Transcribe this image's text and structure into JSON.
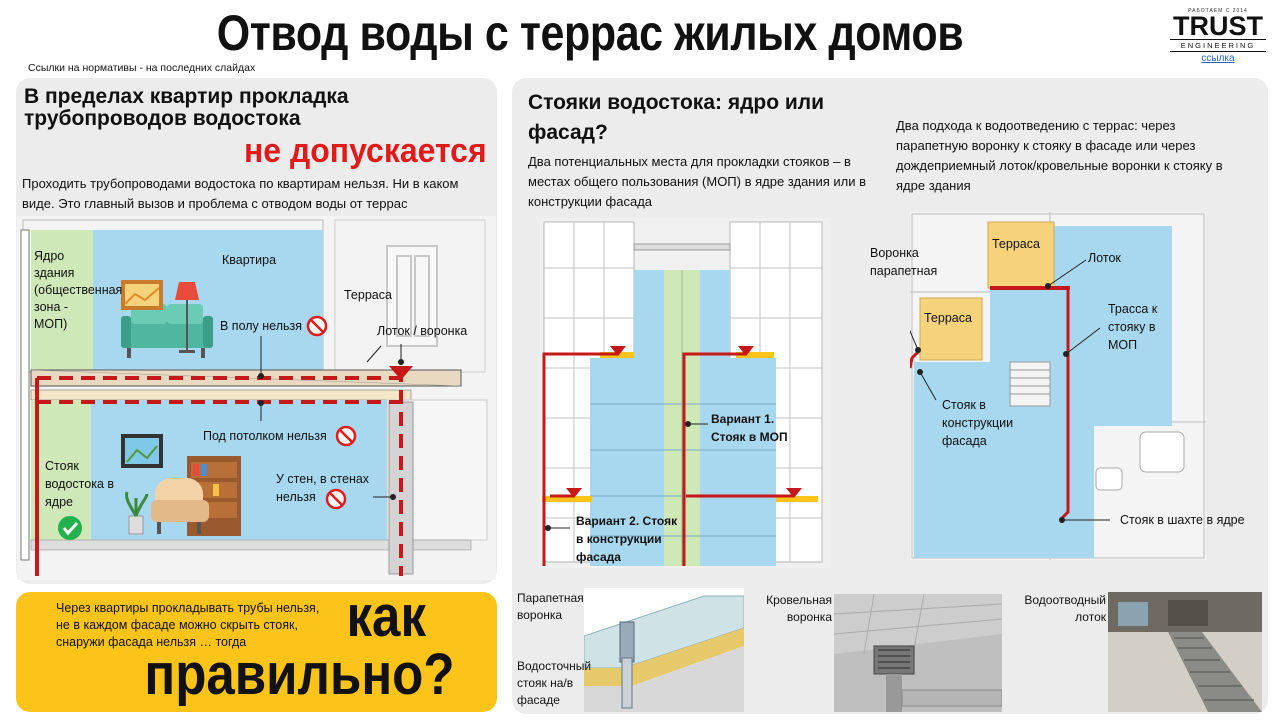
{
  "header": {
    "title": "Отвод воды с террас жилых домов",
    "links_note": "Ссылки на нормативы - на последних слайдах"
  },
  "logo": {
    "since": "РАБОТАЕМ С 2014",
    "brand": "TRUST",
    "sub": "ENGINEERING",
    "link": "ссылка"
  },
  "left_panel": {
    "heading": "В пределах квартир прокладка трубопроводов водостока",
    "heading_red": "не допускается",
    "description": "Проходить трубопроводами водостока по квартирам нельзя. Ни в каком виде. Это главный вызов и проблема с отводом воды от террас",
    "labels": {
      "core": "Ядро здания (общественная зона - МОП)",
      "apartment": "Квартира",
      "terrace": "Терраса",
      "floor_no": "В полу нельзя",
      "tray": "Лоток / воронка",
      "ceiling_no": "Под потолком нельзя",
      "walls_no": "У стен, в стенах нельзя",
      "riser_core": "Стояк водостока в ядре"
    }
  },
  "bottom_box": {
    "text": "Через квартиры прокладывать трубы нельзя, не в каждом фасаде можно скрыть стояк, снаружи фасада нельзя … тогда",
    "question": "как правильно?"
  },
  "right_panel": {
    "heading": "Стояки водостока: ядро или фасад?",
    "description": "Два потенциальных места для прокладки стояков – в местах общего пользования (МОП) в ядре здания или в конструкции фасада",
    "description2": "Два подхода к водоотведению с террас: через парапетную воронку к стояку в фасаде или через дождеприемный лоток/кровельные воронки к стояку в ядре здания",
    "section_labels": {
      "variant1": "Вариант 1. Стояк в МОП",
      "variant2": "Вариант 2. Стояк в конструкции фасада"
    },
    "plan_labels": {
      "parapet_funnel": "Воронка парапетная",
      "terrace_top": "Терраса",
      "terrace_left": "Терраса",
      "tray": "Лоток",
      "route": "Трасса к стояку в МОП",
      "riser_facade": "Стояк в конструкции фасада",
      "riser_shaft": "Стояк в шахте в ядре"
    },
    "photo_labels": {
      "parapet_funnel": "Парапетная воронка",
      "downpipe": "Водосточный стояк на/в фасаде",
      "roof_funnel": "Кровельная воронка",
      "drain_tray": "Водоотводный лоток"
    }
  },
  "colors": {
    "panel_bg": "#ececec",
    "accent_red": "#e21a1a",
    "pipe_red": "#c61818",
    "yellow": "#fcc419",
    "blue_zone": "#a8d8ef",
    "green_zone": "#cfe8b8",
    "terrace_yellow": "#f6d27a"
  },
  "icons": [
    "no-entry-icon",
    "check-icon",
    "sofa-icon",
    "lamp-icon",
    "armchair-icon",
    "bookshelf-icon",
    "picture-icon",
    "plant-icon",
    "funnel-icon"
  ]
}
